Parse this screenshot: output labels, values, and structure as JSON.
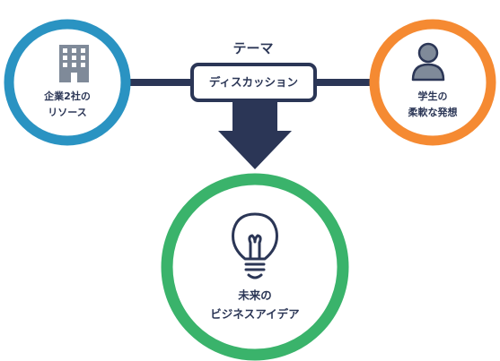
{
  "theme": {
    "title": "テーマ",
    "box_text": "ディスカッション"
  },
  "left_node": {
    "line1": "企業2社の",
    "line2": "リソース",
    "icon": "building-icon",
    "ring_color": "#2a93c2"
  },
  "right_node": {
    "line1": "学生の",
    "line2": "柔軟な発想",
    "icon": "person-icon",
    "ring_color": "#f58a32"
  },
  "bottom_node": {
    "line1": "未来の",
    "line2": "ビジネスアイデア",
    "icon": "lightbulb-icon",
    "ring_color": "#3ab36b"
  },
  "colors": {
    "navy": "#2b3656",
    "icon_fill": "#7f8a99"
  }
}
